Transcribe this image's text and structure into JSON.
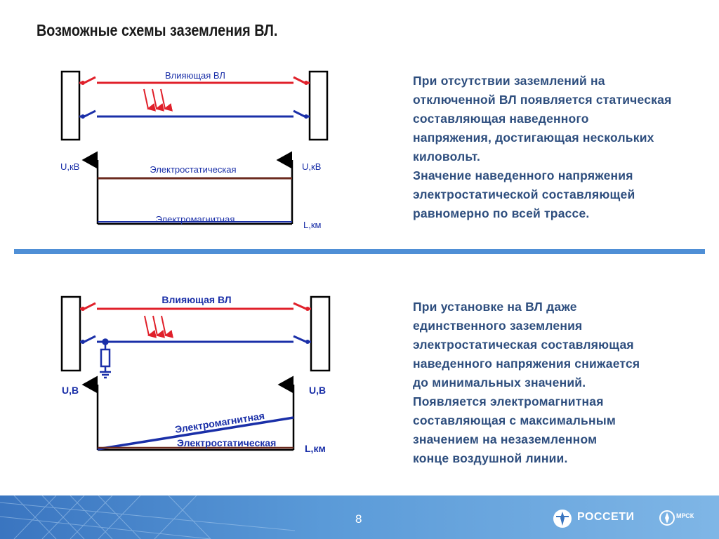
{
  "title": "Возможные схемы заземления ВЛ.",
  "diagram1": {
    "influencing_line": "Влияющая ВЛ",
    "u_left": "U,кВ",
    "u_right": "U,кВ",
    "electrostatic": "Электростатическая",
    "electromagnetic": "Электромагнитная",
    "l_axis": "L,км"
  },
  "paragraph1": [
    "При отсутствии заземлений на",
    "отключенной ВЛ появляется статическая",
    "составляющая наведенного",
    "напряжения, достигающая нескольких",
    "киловольт.",
    "Значение наведенного напряжения",
    "электростатической составляющей",
    "равномерно по всей трассе."
  ],
  "diagram2": {
    "influencing_line": "Влияющая ВЛ",
    "u_left": "U,B",
    "u_right": "U,B",
    "electromagnetic": "Электромагнитная",
    "electrostatic": "Электростатическая",
    "l_axis": "L,км"
  },
  "paragraph2": [
    "При установке на ВЛ даже",
    "единственного заземления",
    "электростатическая составляющая",
    "наведенного напряжения снижается",
    "до минимальных значений.",
    "Появляется электромагнитная",
    "составляющая с максимальным",
    "значением на незаземленном",
    "конце воздушной линии."
  ],
  "footer": {
    "page_number": "8",
    "brand": "РОССЕТИ",
    "brand2": "МРСК"
  },
  "colors": {
    "influencing_line": "#e0202a",
    "disconnected_line": "#1a2fa8",
    "electrostatic_curve": "#6b2a1e",
    "text_blue": "#2e4e7e",
    "divider": "#4f8fd6"
  }
}
